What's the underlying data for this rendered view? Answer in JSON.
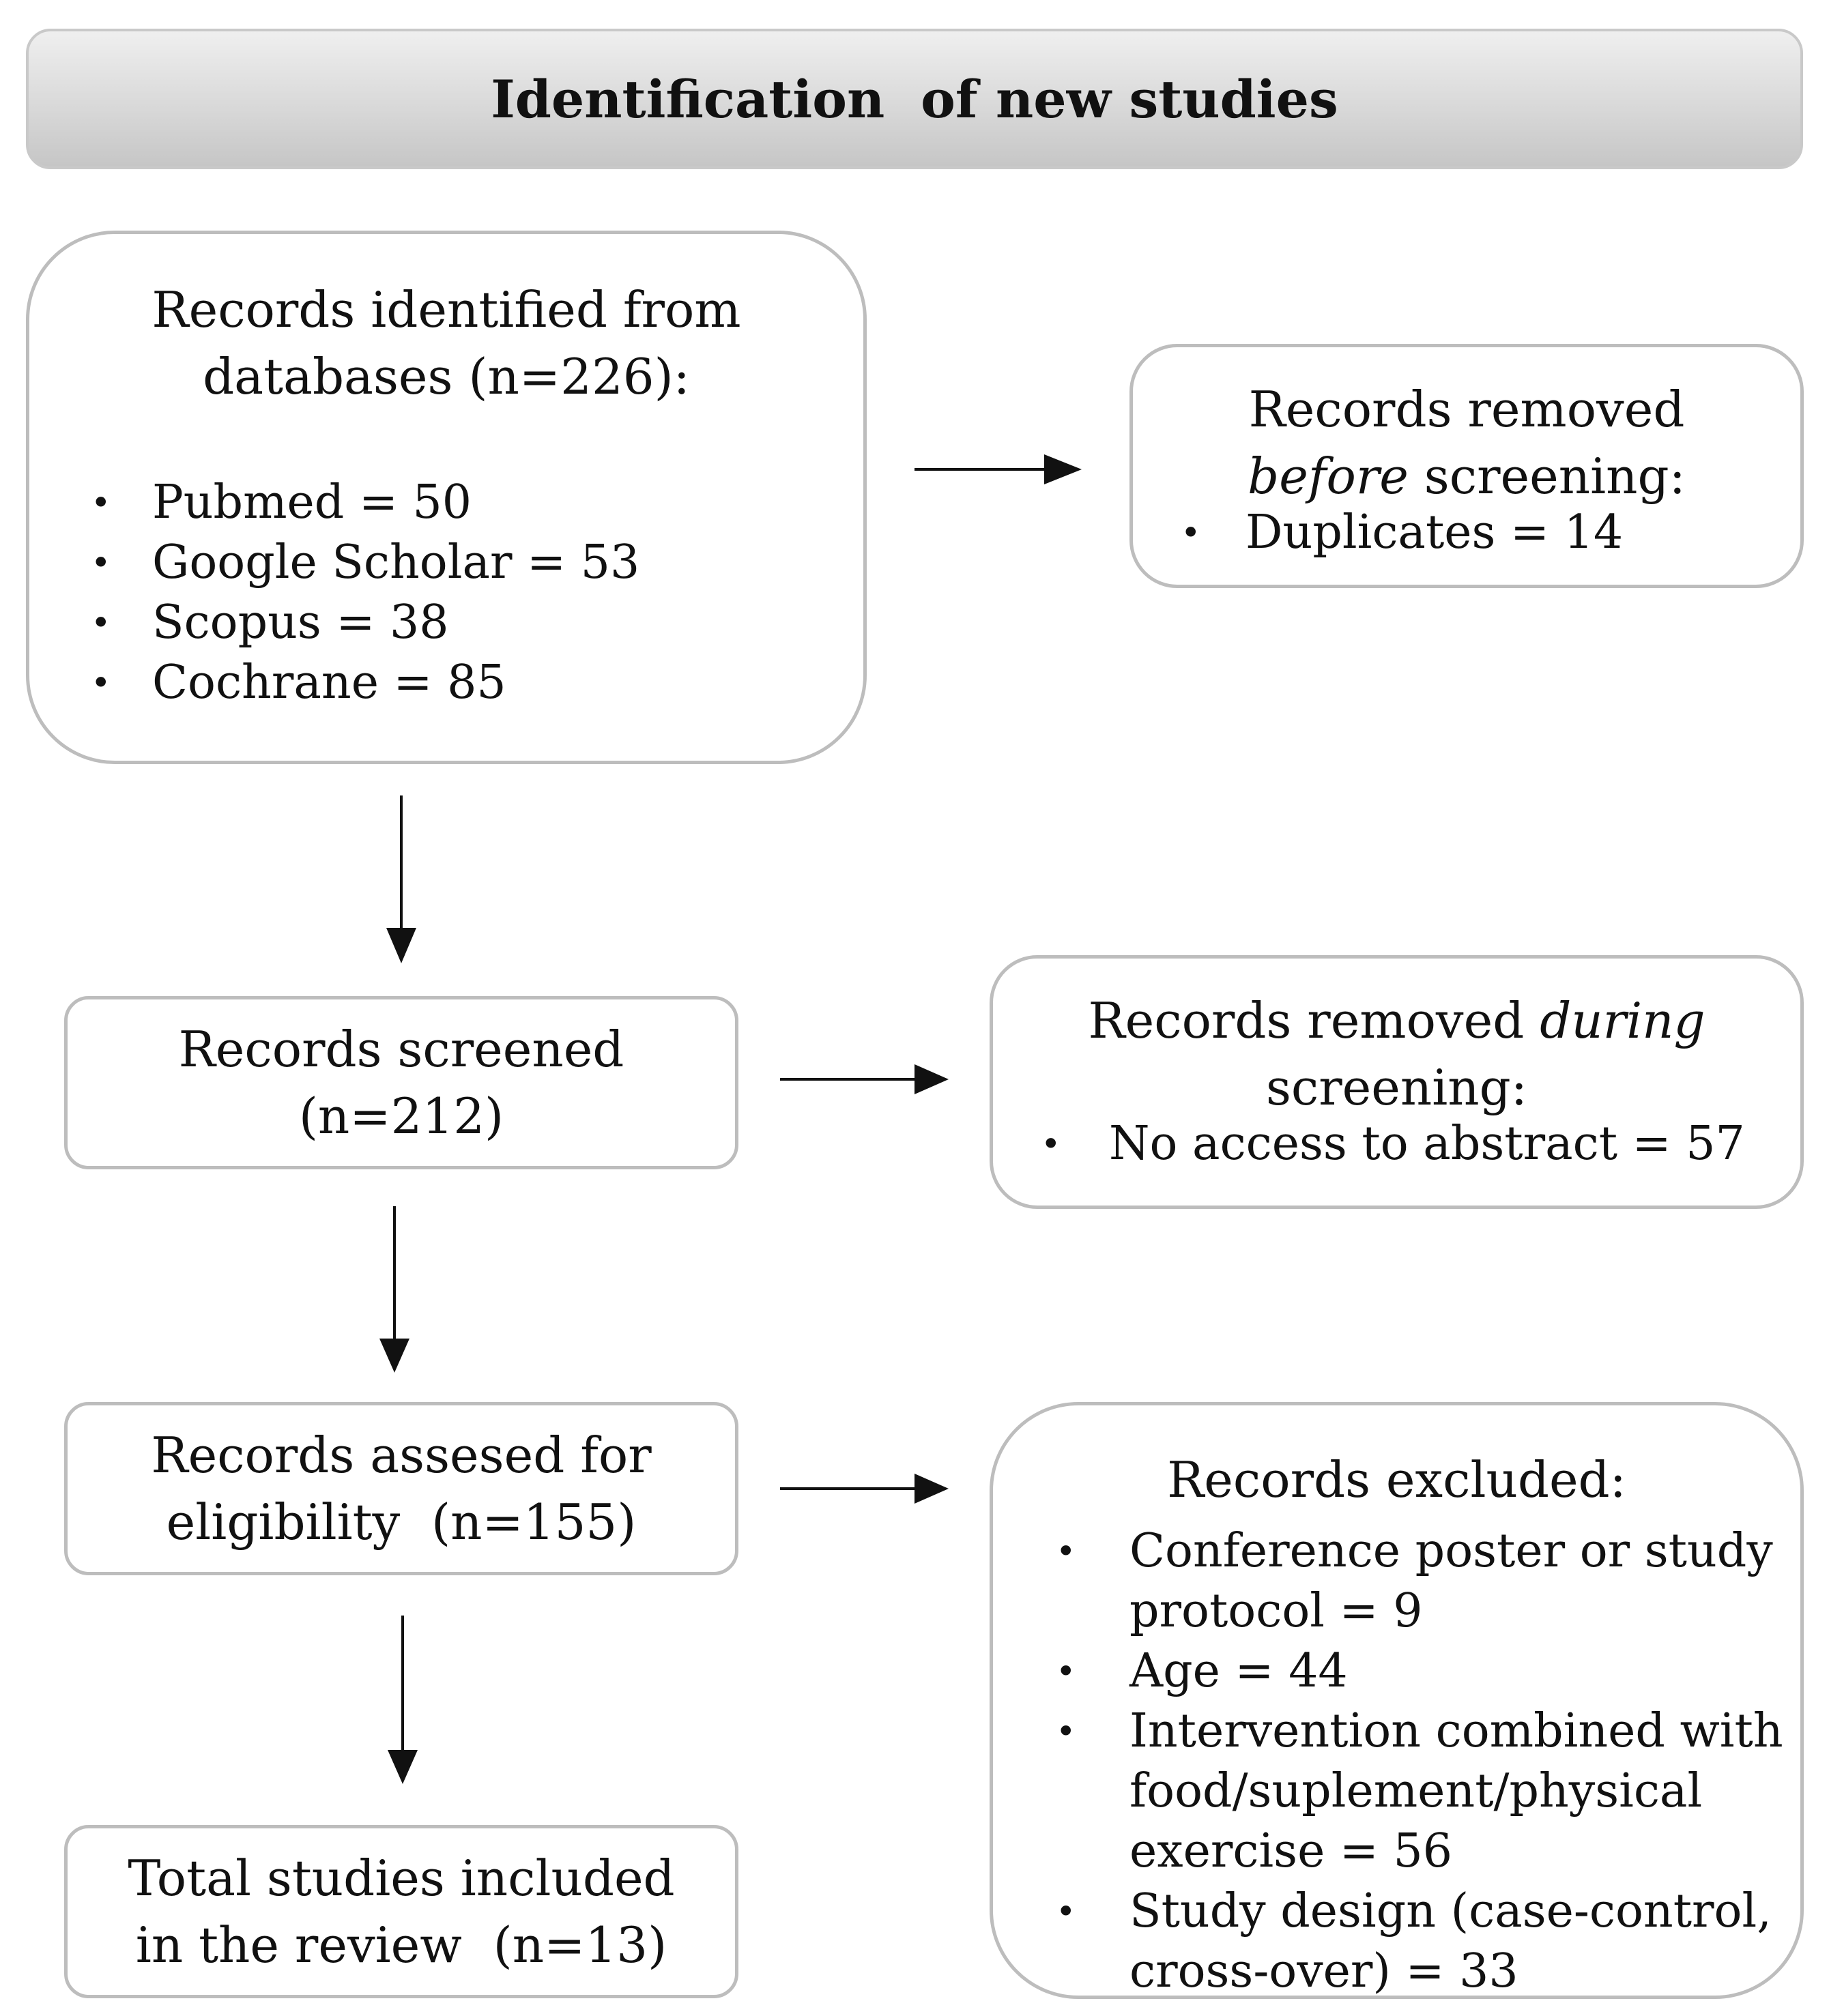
{
  "header": {
    "title": "Identification  of new studies"
  },
  "identified": {
    "title_line1": "Records identified  from",
    "title_line2": "databases (n=226):",
    "items": [
      "Pubmed = 50",
      "Google Scholar = 53",
      "Scopus = 38",
      "Cochrane = 85"
    ]
  },
  "removed_before": {
    "line1": "Records removed",
    "line2_em": "before",
    "line2_rest": " screening:",
    "items": [
      "Duplicates = 14"
    ]
  },
  "screened": {
    "line1": "Records screened",
    "line2": "(n=212)"
  },
  "removed_during": {
    "line1_pre": "Records removed ",
    "line1_em": "during",
    "line2": "screening:",
    "items": [
      "No access to abstract = 57"
    ]
  },
  "assessed": {
    "line1": "Records assesed for",
    "line2": "eligibility  (n=155)"
  },
  "excluded": {
    "title": "Records excluded:",
    "items": [
      [
        "Conference poster or study",
        "protocol = 9"
      ],
      [
        "Age = 44"
      ],
      [
        "Intervention combined with",
        "food/suplement/physical",
        "exercise = 56"
      ],
      [
        "Study design (case-control,",
        "cross-over) = 33"
      ]
    ]
  },
  "included": {
    "line1": "Total studies included",
    "line2": "in the review  (n=13)"
  },
  "bullet_glyph": "•"
}
